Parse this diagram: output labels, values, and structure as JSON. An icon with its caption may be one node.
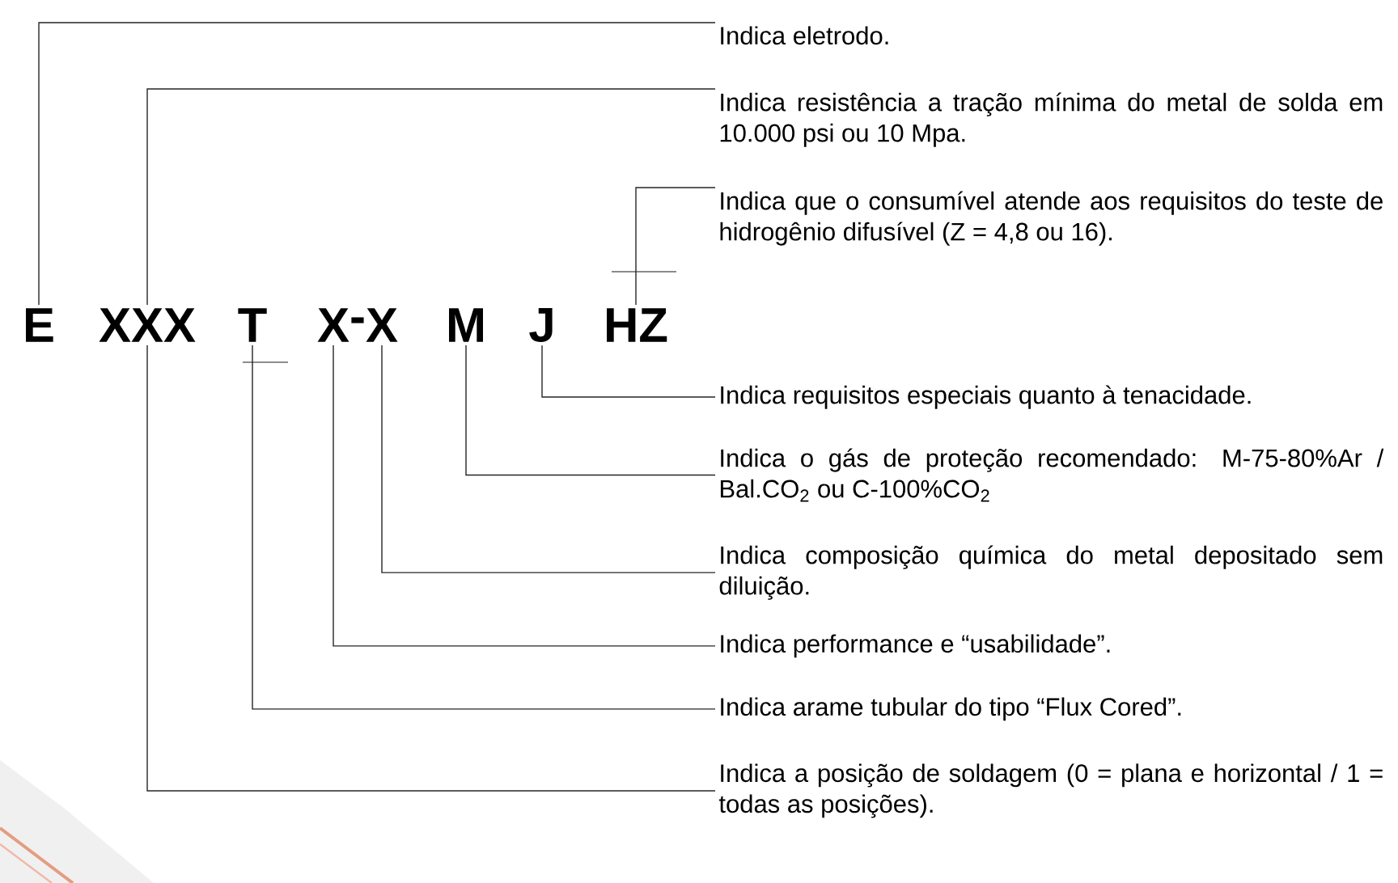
{
  "diagram": {
    "nodes": [
      {
        "text": [
          "E"
        ]
      },
      {
        "text": [
          "XXX"
        ]
      },
      {
        "text": [
          "T"
        ]
      },
      {
        "text": [
          "X"
        ]
      },
      {
        "text": [
          "X"
        ]
      },
      {
        "text": [
          "M"
        ]
      },
      {
        "text": [
          "J"
        ]
      },
      {
        "text": [
          "HZ"
        ]
      },
      {
        "text": [
          "Indica eletrodo."
        ]
      },
      {
        "text": [
          "Indica resistência a tração mínima do metal de solda em 10.000 psi ou 10 Mpa."
        ]
      },
      {
        "text": [
          "Indica que o consumível atende aos requisitos do teste de hidrogênio difusível (Z = 4,8 ou 16)."
        ]
      },
      {
        "text": [
          "Indica requisitos especiais quanto à tenacidade."
        ]
      },
      {
        "text": [
          "Indica o gás de proteção recomendado: M-75-80%Ar / Bal.CO$_{2}$ ou C-100%CO$_{2}$"
        ]
      },
      {
        "text": [
          "Indica composição química do metal depositado sem diluição."
        ]
      },
      {
        "text": [
          "Indica performance e “usabilidade”."
        ]
      },
      {
        "text": [
          "Indica arame tubular do tipo “Flux Cored”."
        ]
      },
      {
        "text": [
          "Indica a posição de soldagem (0 = plana e horizontal / 1 = todas as posições)."
        ]
      }
    ],
    "edges": [
      {
        "from": 8,
        "to": 0,
        "arrow": "none"
      },
      {
        "from": 9,
        "to": 1,
        "arrow": "none"
      },
      {
        "from": 10,
        "to": 7,
        "arrow": "none"
      },
      {
        "from": 11,
        "to": 6,
        "arrow": "none"
      },
      {
        "from": 12,
        "to": 5,
        "arrow": "none"
      },
      {
        "from": 13,
        "to": 4,
        "arrow": "none"
      },
      {
        "from": 14,
        "to": 3,
        "arrow": "none"
      },
      {
        "from": 15,
        "to": 2,
        "arrow": "none"
      },
      {
        "from": 16,
        "to": 1,
        "arrow": "none"
      }
    ],
    "labels": [
      "-"
    ]
  }
}
